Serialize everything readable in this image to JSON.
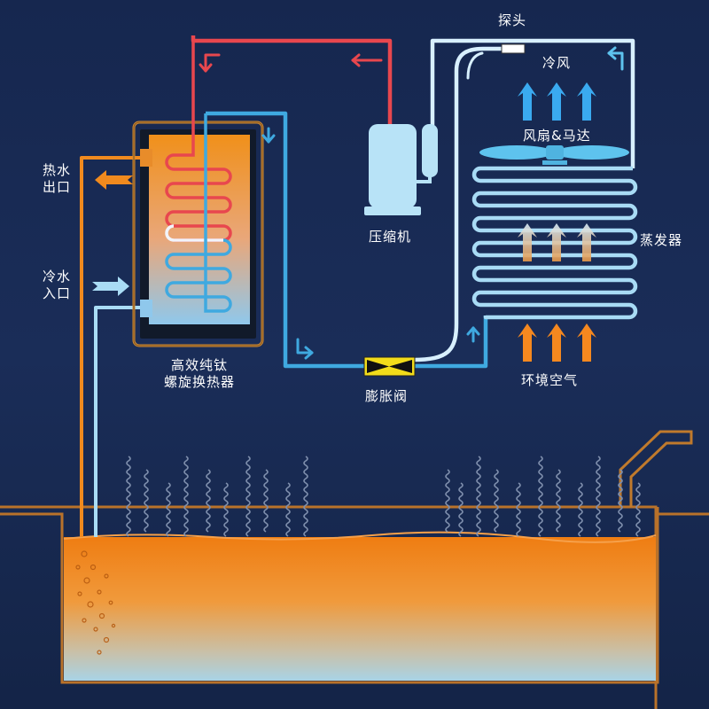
{
  "labels": {
    "probe": "探头",
    "cold_wind": "冷风",
    "fan_motor": "风扇&马达",
    "compressor": "压缩机",
    "evaporator": "蒸发器",
    "hot_water_outlet_1": "热水",
    "hot_water_outlet_2": "出口",
    "cold_water_inlet_1": "冷水",
    "cold_water_inlet_2": "入口",
    "heat_exchanger_1": "高效纯钛",
    "heat_exchanger_2": "螺旋换热器",
    "expansion_valve": "膨胀阀",
    "ambient_air": "环境空气"
  },
  "colors": {
    "background": "#16274f",
    "hot_refrigerant": "#e8474e",
    "cold_refrigerant": "#3fa9e0",
    "light_refrigerant": "#d8f0ff",
    "water_hot": "#f08a1e",
    "water_cold": "#a9dcf5",
    "ambient_arrow": "#f5881f",
    "cold_air_arrow": "#3aaaf0",
    "valve": "#f2dc1a",
    "compressor": "#b8e3f7",
    "tank_outline": "#c77a2a"
  },
  "icons": {
    "flow_arrows": "chevron-arrow-icon",
    "air_arrows": "up-arrow-icon",
    "fan": "fan-icon",
    "valve": "bowtie-valve-icon"
  }
}
